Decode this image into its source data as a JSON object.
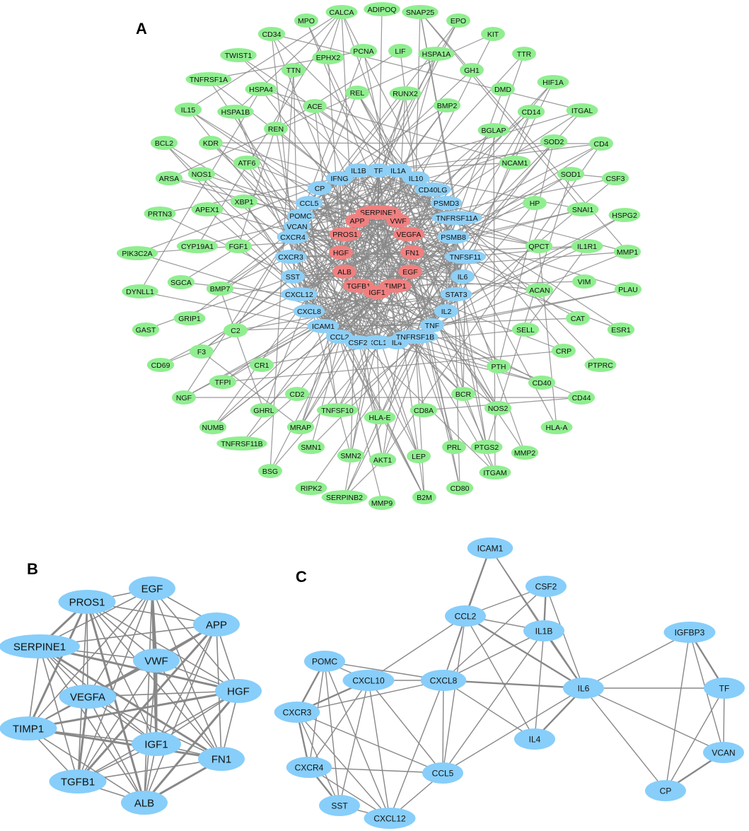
{
  "colors": {
    "outer": "#90EE90",
    "middle": "#8ECFF5",
    "core": "#F08080",
    "panel_node": "#87CEFA",
    "edge": "#888888"
  },
  "panel_a": {
    "label": "A",
    "outer_nodes": [
      "MPO",
      "CALCA",
      "ADIPOQ",
      "SNAP25",
      "EPO",
      "KIT",
      "CD34",
      "PCNA",
      "LIF",
      "HSPA1A",
      "TTR",
      "EPHX2",
      "TWIST1",
      "GH1",
      "HIF1A",
      "TTN",
      "TNFRSF1A",
      "HSPA4",
      "REL",
      "RUNX2",
      "DMD",
      "IL15",
      "HSPA1B",
      "ACE",
      "BMP2",
      "CD14",
      "ITGAL",
      "REN",
      "BGLAP",
      "BCL2",
      "KDR",
      "SOD2",
      "CD4",
      "ATF6",
      "NCAM1",
      "ARSA",
      "NOS1",
      "SOD1",
      "CSF3",
      "APEX1",
      "XBP1",
      "PRTN3",
      "HP",
      "SNAI1",
      "HSPG2",
      "PIK3C2A",
      "CYP19A1",
      "FGF1",
      "QPCT",
      "IL1R1",
      "MMP1",
      "SGCA",
      "BMP7",
      "DYNLL1",
      "ACAN",
      "VIM",
      "PLAU",
      "GRIP1",
      "CAT",
      "GAST",
      "C2",
      "SELL",
      "ESR1",
      "F3",
      "CRP",
      "CD69",
      "CR1",
      "PTPRC",
      "TFPI",
      "PTH",
      "CD40",
      "NGF",
      "CD2",
      "GHRL",
      "BCR",
      "CD44",
      "NUMB",
      "TNFSF10",
      "HLA-E",
      "CD8A",
      "NOS2",
      "MRAP",
      "HLA-A",
      "TNFRSF11B",
      "SMN1",
      "SMN2",
      "PRL",
      "PTGS2",
      "BSG",
      "AKT1",
      "LEP",
      "MMP2",
      "ITGAM",
      "RIPK2",
      "CD80",
      "SERPINB2",
      "B2M",
      "MMP9"
    ],
    "middle_nodes": [
      "IFNG",
      "IL1B",
      "TF",
      "IL1A",
      "IL10",
      "CP",
      "CD40LG",
      "CCL5",
      "PSMD3",
      "POMC",
      "TNFRSF11A",
      "VCAN",
      "PSMB8",
      "CXCR4",
      "TNFSF11",
      "CXCR3",
      "SST",
      "IL6",
      "CXCL12",
      "STAT3",
      "CXCL8",
      "IL2",
      "ICAM1",
      "TNF",
      "CCL2",
      "CXCL10",
      "IL4",
      "TNFRSF1B",
      "CSF2"
    ],
    "core_nodes": [
      "SERPINE1",
      "APP",
      "VWF",
      "PROS1",
      "VEGFA",
      "HGF",
      "FN1",
      "ALB",
      "EGF",
      "TGFB1",
      "TIMP1",
      "IGF1"
    ]
  },
  "panel_b": {
    "label": "B",
    "nodes": [
      "EGF",
      "PROS1",
      "APP",
      "SERPINE1",
      "VWF",
      "HGF",
      "VEGFA",
      "TIMP1",
      "IGF1",
      "FN1",
      "TGFB1",
      "ALB"
    ]
  },
  "panel_c": {
    "label": "C",
    "nodes": [
      "ICAM1",
      "CSF2",
      "CCL2",
      "IL1B",
      "IGFBP3",
      "POMC",
      "CXCL10",
      "CXCL8",
      "IL6",
      "TF",
      "CXCR3",
      "IL4",
      "VCAN",
      "CXCR4",
      "CCL5",
      "CP",
      "SST",
      "CXCL12"
    ],
    "edges": [
      [
        "ICAM1",
        "CCL2"
      ],
      [
        "ICAM1",
        "IL1B"
      ],
      [
        "ICAM1",
        "IL6"
      ],
      [
        "ICAM1",
        "CXCL8"
      ],
      [
        "CSF2",
        "CCL2"
      ],
      [
        "CSF2",
        "IL1B"
      ],
      [
        "CSF2",
        "IL6"
      ],
      [
        "CSF2",
        "CXCL8"
      ],
      [
        "CCL2",
        "IL1B"
      ],
      [
        "CCL2",
        "CXCL8"
      ],
      [
        "CCL2",
        "IL6"
      ],
      [
        "CCL2",
        "CXCL10"
      ],
      [
        "CCL2",
        "IL4"
      ],
      [
        "CCL2",
        "CCL5"
      ],
      [
        "IL1B",
        "CXCL8"
      ],
      [
        "IL1B",
        "IL6"
      ],
      [
        "IL1B",
        "IL4"
      ],
      [
        "IL1B",
        "CCL5"
      ],
      [
        "POMC",
        "CXCL10"
      ],
      [
        "POMC",
        "CXCL8"
      ],
      [
        "POMC",
        "CXCR3"
      ],
      [
        "POMC",
        "CXCR4"
      ],
      [
        "POMC",
        "SST"
      ],
      [
        "POMC",
        "CXCL12"
      ],
      [
        "CXCL10",
        "CXCL8"
      ],
      [
        "CXCL10",
        "CXCR3"
      ],
      [
        "CXCL10",
        "CXCR4"
      ],
      [
        "CXCL10",
        "CCL5"
      ],
      [
        "CXCL10",
        "CXCL12"
      ],
      [
        "CXCL10",
        "SST"
      ],
      [
        "CXCL8",
        "IL6"
      ],
      [
        "CXCL8",
        "CCL5"
      ],
      [
        "CXCL8",
        "IL4"
      ],
      [
        "CXCL8",
        "CXCR3"
      ],
      [
        "CXCL8",
        "CXCL12"
      ],
      [
        "CXCR3",
        "CXCR4"
      ],
      [
        "CXCR3",
        "SST"
      ],
      [
        "CXCR3",
        "CXCL12"
      ],
      [
        "CXCR3",
        "CCL5"
      ],
      [
        "CXCR4",
        "CCL5"
      ],
      [
        "CXCR4",
        "SST"
      ],
      [
        "CXCR4",
        "CXCL12"
      ],
      [
        "SST",
        "CXCL12"
      ],
      [
        "CCL5",
        "CXCL12"
      ],
      [
        "CCL5",
        "IL6"
      ],
      [
        "IL6",
        "IL4"
      ],
      [
        "IL6",
        "IGFBP3"
      ],
      [
        "IL6",
        "TF"
      ],
      [
        "IL6",
        "VCAN"
      ],
      [
        "IL6",
        "CP"
      ],
      [
        "IGFBP3",
        "TF"
      ],
      [
        "IGFBP3",
        "VCAN"
      ],
      [
        "IGFBP3",
        "CP"
      ],
      [
        "TF",
        "VCAN"
      ],
      [
        "TF",
        "CP"
      ],
      [
        "VCAN",
        "CP"
      ]
    ]
  }
}
